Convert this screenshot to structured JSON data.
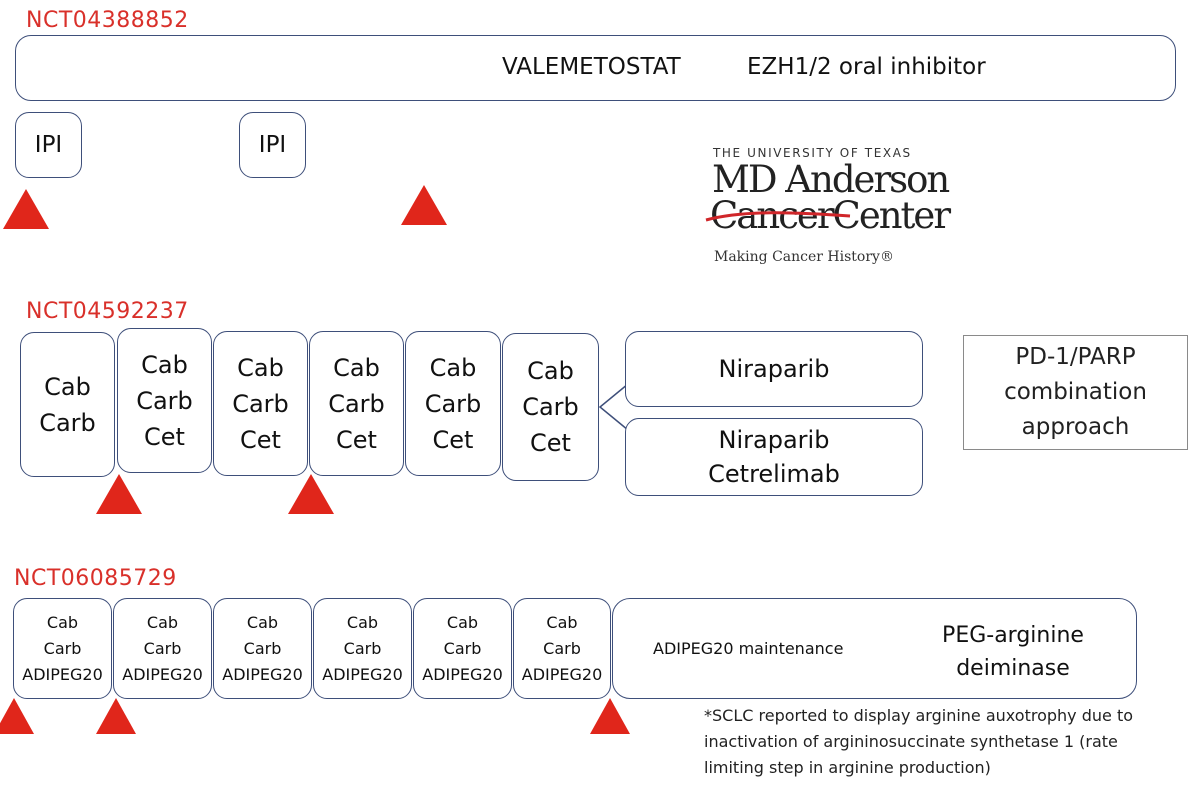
{
  "trial1": {
    "id": "NCT04388852",
    "drug": "VALEMETOSTAT",
    "drug_desc": "EZH1/2 oral inhibitor",
    "ipi": [
      "IPI",
      "IPI"
    ]
  },
  "logo": {
    "top": "THE UNIVERSITY OF TEXAS",
    "line1": "MD Anderson",
    "line2_strike": "Cancer",
    "line2_rest": "Center",
    "tagline": "Making Cancer History®"
  },
  "trial2": {
    "id": "NCT04592237",
    "cycles": [
      [
        "Cab",
        "Carb"
      ],
      [
        "Cab",
        "Carb",
        "Cet"
      ],
      [
        "Cab",
        "Carb",
        "Cet"
      ],
      [
        "Cab",
        "Carb",
        "Cet"
      ],
      [
        "Cab",
        "Carb",
        "Cet"
      ],
      [
        "Cab",
        "Carb",
        "Cet"
      ]
    ],
    "arm1": "Niraparib",
    "arm2": [
      "Niraparib",
      "Cetrelimab"
    ],
    "note": [
      "PD-1/PARP",
      "combination",
      "approach"
    ]
  },
  "trial3": {
    "id": "NCT06085729",
    "cycles": [
      [
        "Cab",
        "Carb",
        "ADIPEG20"
      ],
      [
        "Cab",
        "Carb",
        "ADIPEG20"
      ],
      [
        "Cab",
        "Carb",
        "ADIPEG20"
      ],
      [
        "Cab",
        "Carb",
        "ADIPEG20"
      ],
      [
        "Cab",
        "Carb",
        "ADIPEG20"
      ],
      [
        "Cab",
        "Carb",
        "ADIPEG20"
      ]
    ],
    "maintenance": "ADIPEG20 maintenance",
    "drug_desc": [
      "PEG-arginine",
      "deiminase"
    ],
    "footnote": [
      "*SCLC reported to display arginine auxotrophy due to",
      "inactivation of argininosuccinate synthetase 1 (rate",
      "limiting step in arginine production)"
    ]
  },
  "colors": {
    "accent": "#e0261b",
    "border": "#3e4f7a",
    "label": "#d9302a"
  }
}
